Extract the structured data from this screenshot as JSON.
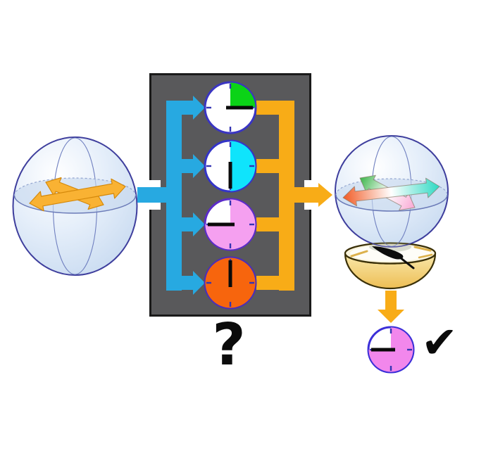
{
  "symbols": {
    "question_mark": "?",
    "check_mark": "✔"
  },
  "colors": {
    "canvas_bg": "#FFFFFF",
    "input_arrow": "#27A9E1",
    "output_arrow": "#F8AC17",
    "box_bg": "#59595B",
    "box_border": "#1A1A1A",
    "sphere_stroke": "#3E3E9D",
    "meridian_stroke": "#7080C0",
    "equator_fill": "#C8D8EE",
    "equator_stroke": "#6B7BB8",
    "equator_back_stroke": "#93A5CF",
    "gold_arrow": "#F9B233",
    "gold_arrow_stroke": "#D4880A",
    "arrow_green": "#3BB54A",
    "arrow_pink": "#F9A8D4",
    "arrow_orange": "#F15A24",
    "arrow_cyan": "#2ED9C3",
    "bowl_top": "#FBF4DC",
    "bowl_body_light": "#F9E9AC",
    "bowl_body": "#EDBE55",
    "bowl_rim": "#3A3008",
    "bowl_streak": "#D9A93A",
    "needle": "#0D0D0D",
    "clock_tick": "#3434B4",
    "clock_hand": "#0A0A0A"
  },
  "process_box": {
    "clocks": [
      {
        "id": "clock-quarter",
        "fraction": 0.25,
        "fill": "#0BD317",
        "face": "#FFFFFF",
        "border": "#3A35C2",
        "hand_position": "3:00"
      },
      {
        "id": "clock-half",
        "fraction": 0.5,
        "fill": "#0FE4FC",
        "face": "#FFFFFF",
        "border": "#3434C8",
        "hand_position": "6:00"
      },
      {
        "id": "clock-three-quarter",
        "fraction": 0.75,
        "fill": "#F5A0F0",
        "face": "#FFFFFF",
        "border": "#5B2BC9",
        "hand_position": "9:00"
      },
      {
        "id": "clock-full",
        "fraction": 1,
        "fill": "#F7650D",
        "face": "#F7650D",
        "border": "#4B2EB8",
        "hand_position": "12:00"
      }
    ]
  },
  "result": {
    "clock": {
      "id": "result-clock",
      "fraction": 0.75,
      "fill": "#F287EC",
      "face": "#FFFFFF",
      "border": "#3B2FD8",
      "hand_position": "9:00"
    }
  }
}
